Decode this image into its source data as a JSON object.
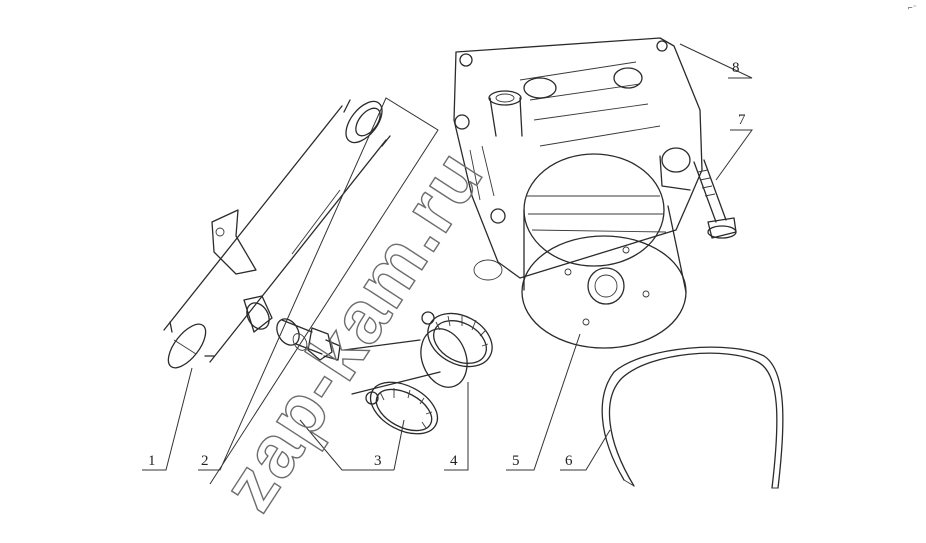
{
  "callouts": [
    {
      "id": "1",
      "label": "1"
    },
    {
      "id": "2",
      "label": "2"
    },
    {
      "id": "3",
      "label": "3"
    },
    {
      "id": "4",
      "label": "4"
    },
    {
      "id": "5",
      "label": "5"
    },
    {
      "id": "6",
      "label": "6"
    },
    {
      "id": "7",
      "label": "7"
    },
    {
      "id": "8",
      "label": "8"
    }
  ],
  "watermark": "zap-kam.ru",
  "corner_mark": "⌐⁻"
}
